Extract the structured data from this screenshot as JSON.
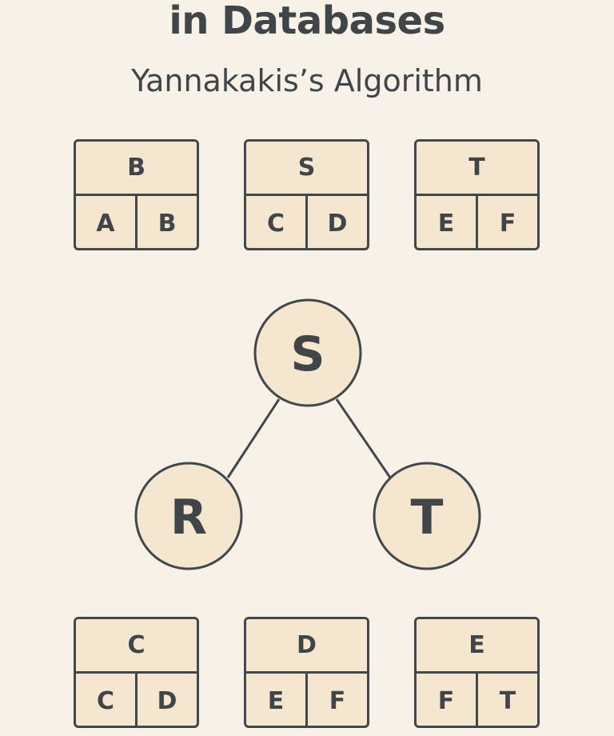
{
  "title": "in Databases",
  "subtitle": "Yannakakis’s Algorithm",
  "top_tables": [
    {
      "name": "B",
      "columns": [
        "A",
        "B"
      ]
    },
    {
      "name": "S",
      "columns": [
        "C",
        "D"
      ]
    },
    {
      "name": "T",
      "columns": [
        "E",
        "F"
      ]
    }
  ],
  "tree": {
    "nodes": [
      {
        "id": "S",
        "label": "S"
      },
      {
        "id": "R",
        "label": "R"
      },
      {
        "id": "T",
        "label": "T"
      }
    ],
    "edges": [
      {
        "from": "S",
        "to": "R"
      },
      {
        "from": "S",
        "to": "T"
      }
    ]
  },
  "bottom_tables": [
    {
      "name": "C",
      "columns": [
        "C",
        "D"
      ]
    },
    {
      "name": "D",
      "columns": [
        "E",
        "F"
      ]
    },
    {
      "name": "E",
      "columns": [
        "F",
        "T"
      ]
    }
  ],
  "colors": {
    "background": "#f8f1e7",
    "fill": "#f5e6cf",
    "stroke": "#40484b",
    "text": "#3f4548"
  }
}
